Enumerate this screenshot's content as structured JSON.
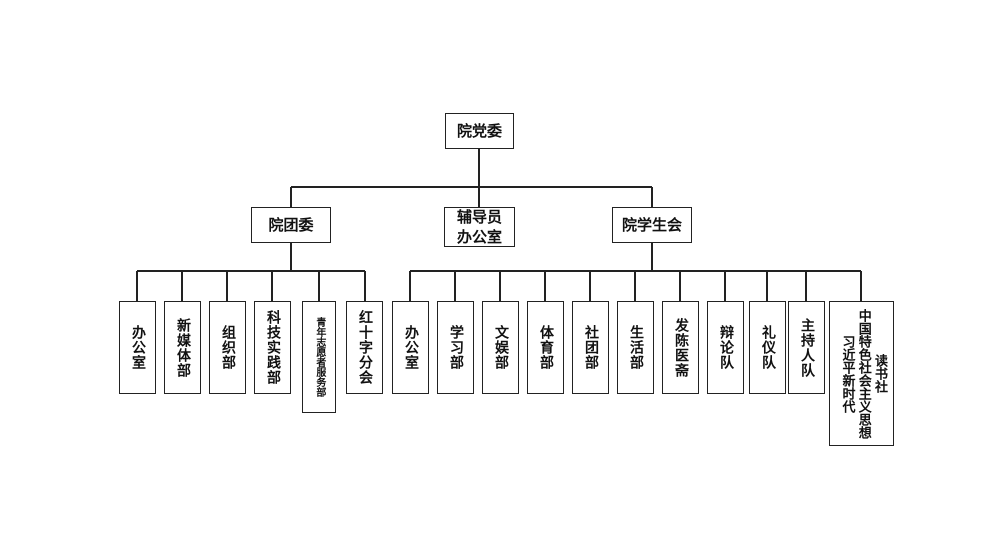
{
  "org": {
    "root": "院党委",
    "level2": {
      "youth": "院团委",
      "counselor": "辅导员\n办公室",
      "student": "院学生会"
    },
    "youth_children": [
      "办公室",
      "新媒体部",
      "组织部",
      "科技实践部",
      "青年志愿者服务部",
      "红十字分会"
    ],
    "student_children": [
      "办公室",
      "学习部",
      "文娱部",
      "体育部",
      "社团部",
      "生活部",
      "发陈医斋",
      "辩论队",
      "礼仪队",
      "主持人队",
      "读书社\n中国特色社会主义思想\n习近平新时代"
    ]
  }
}
